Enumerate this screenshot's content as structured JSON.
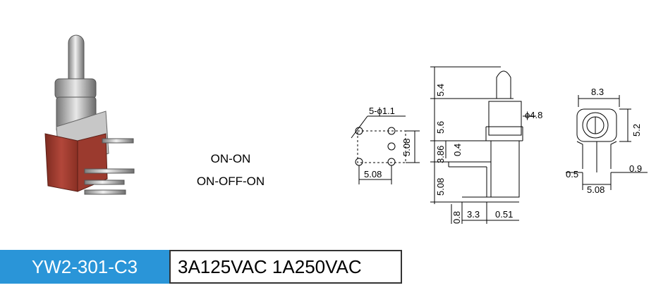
{
  "modes": {
    "line1": "ON-ON",
    "line2": "ON-OFF-ON"
  },
  "model": "YW2-301-C3",
  "rating": "3A125VAC 1A250VAC",
  "dims": {
    "pins_hole": "5-ϕ1.1",
    "pin_pitch_v": "5.08",
    "pin_pitch_h": "5.08",
    "lever_top": "5.4",
    "lever_mid": "5.6",
    "bushing_dia": "ϕ4.8",
    "frame_thick": "0.4",
    "body_h": "3.86",
    "body_low": "5.08",
    "pin_len": "0.8",
    "pin_off": "3.3",
    "pin_w": "0.51",
    "top_w": "8.3",
    "top_h": "5.2",
    "foot_l": "0.5",
    "foot_r": "0.9",
    "foot_pitch": "5.08"
  },
  "colors": {
    "accent": "#2a95d8",
    "body_red": "#a03a2c",
    "metal": "#b9b9b9"
  }
}
